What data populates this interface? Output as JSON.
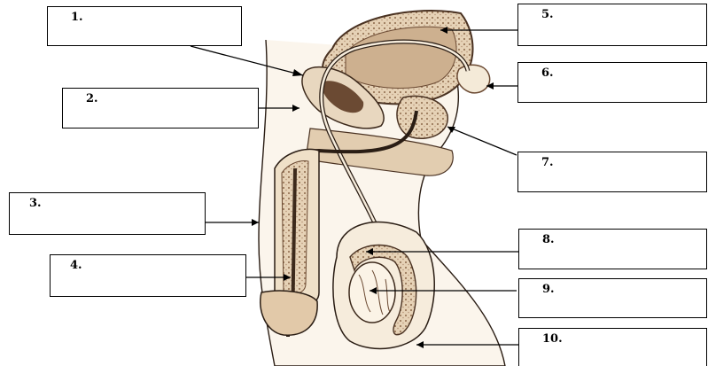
{
  "colors": {
    "tissue_fill": "#f1e4cf",
    "tissue_dark": "#6b4a33",
    "tissue_mid": "#a98563",
    "line": "#2a1d14"
  },
  "labels": [
    {
      "id": "1",
      "text": "1."
    },
    {
      "id": "2",
      "text": "2."
    },
    {
      "id": "3",
      "text": "3."
    },
    {
      "id": "4",
      "text": "4."
    },
    {
      "id": "5",
      "text": "5."
    },
    {
      "id": "6",
      "text": "6."
    },
    {
      "id": "7",
      "text": "7."
    },
    {
      "id": "8",
      "text": "8."
    },
    {
      "id": "9",
      "text": "9."
    },
    {
      "id": "10",
      "text": "10."
    }
  ]
}
